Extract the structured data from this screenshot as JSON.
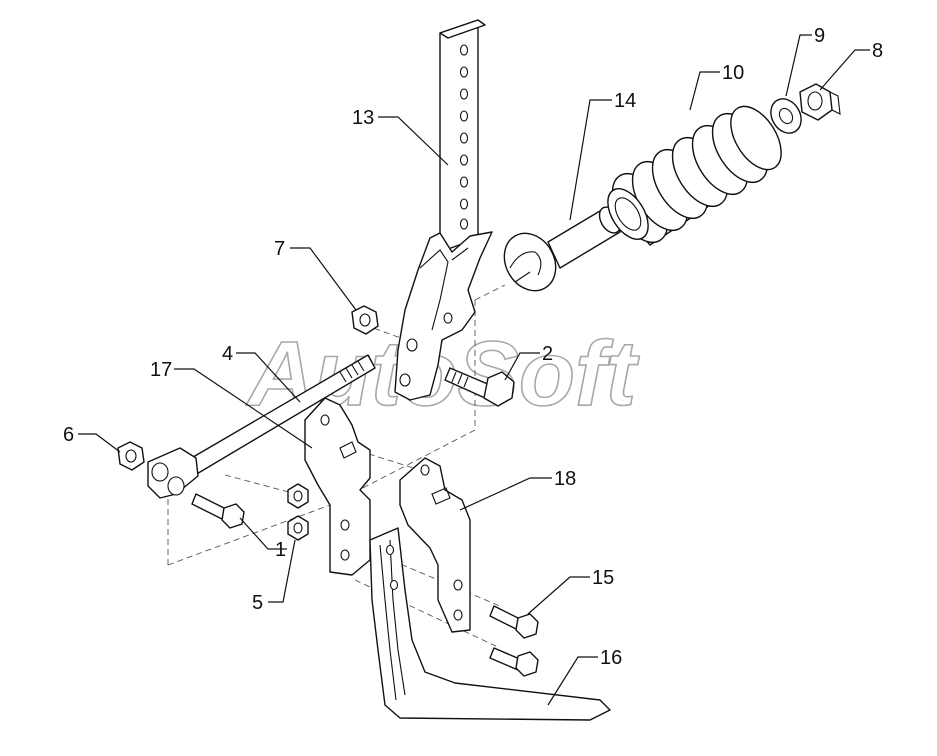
{
  "watermark": "AutoSoft",
  "callouts": [
    {
      "id": "c1",
      "label": "1"
    },
    {
      "id": "c2",
      "label": "2"
    },
    {
      "id": "c4",
      "label": "4"
    },
    {
      "id": "c5",
      "label": "5"
    },
    {
      "id": "c6",
      "label": "6"
    },
    {
      "id": "c7",
      "label": "7"
    },
    {
      "id": "c8",
      "label": "8"
    },
    {
      "id": "c9",
      "label": "9"
    },
    {
      "id": "c10",
      "label": "10"
    },
    {
      "id": "c13",
      "label": "13"
    },
    {
      "id": "c14",
      "label": "14"
    },
    {
      "id": "c15",
      "label": "15"
    },
    {
      "id": "c16",
      "label": "16"
    },
    {
      "id": "c17",
      "label": "17"
    },
    {
      "id": "c18",
      "label": "18"
    }
  ]
}
